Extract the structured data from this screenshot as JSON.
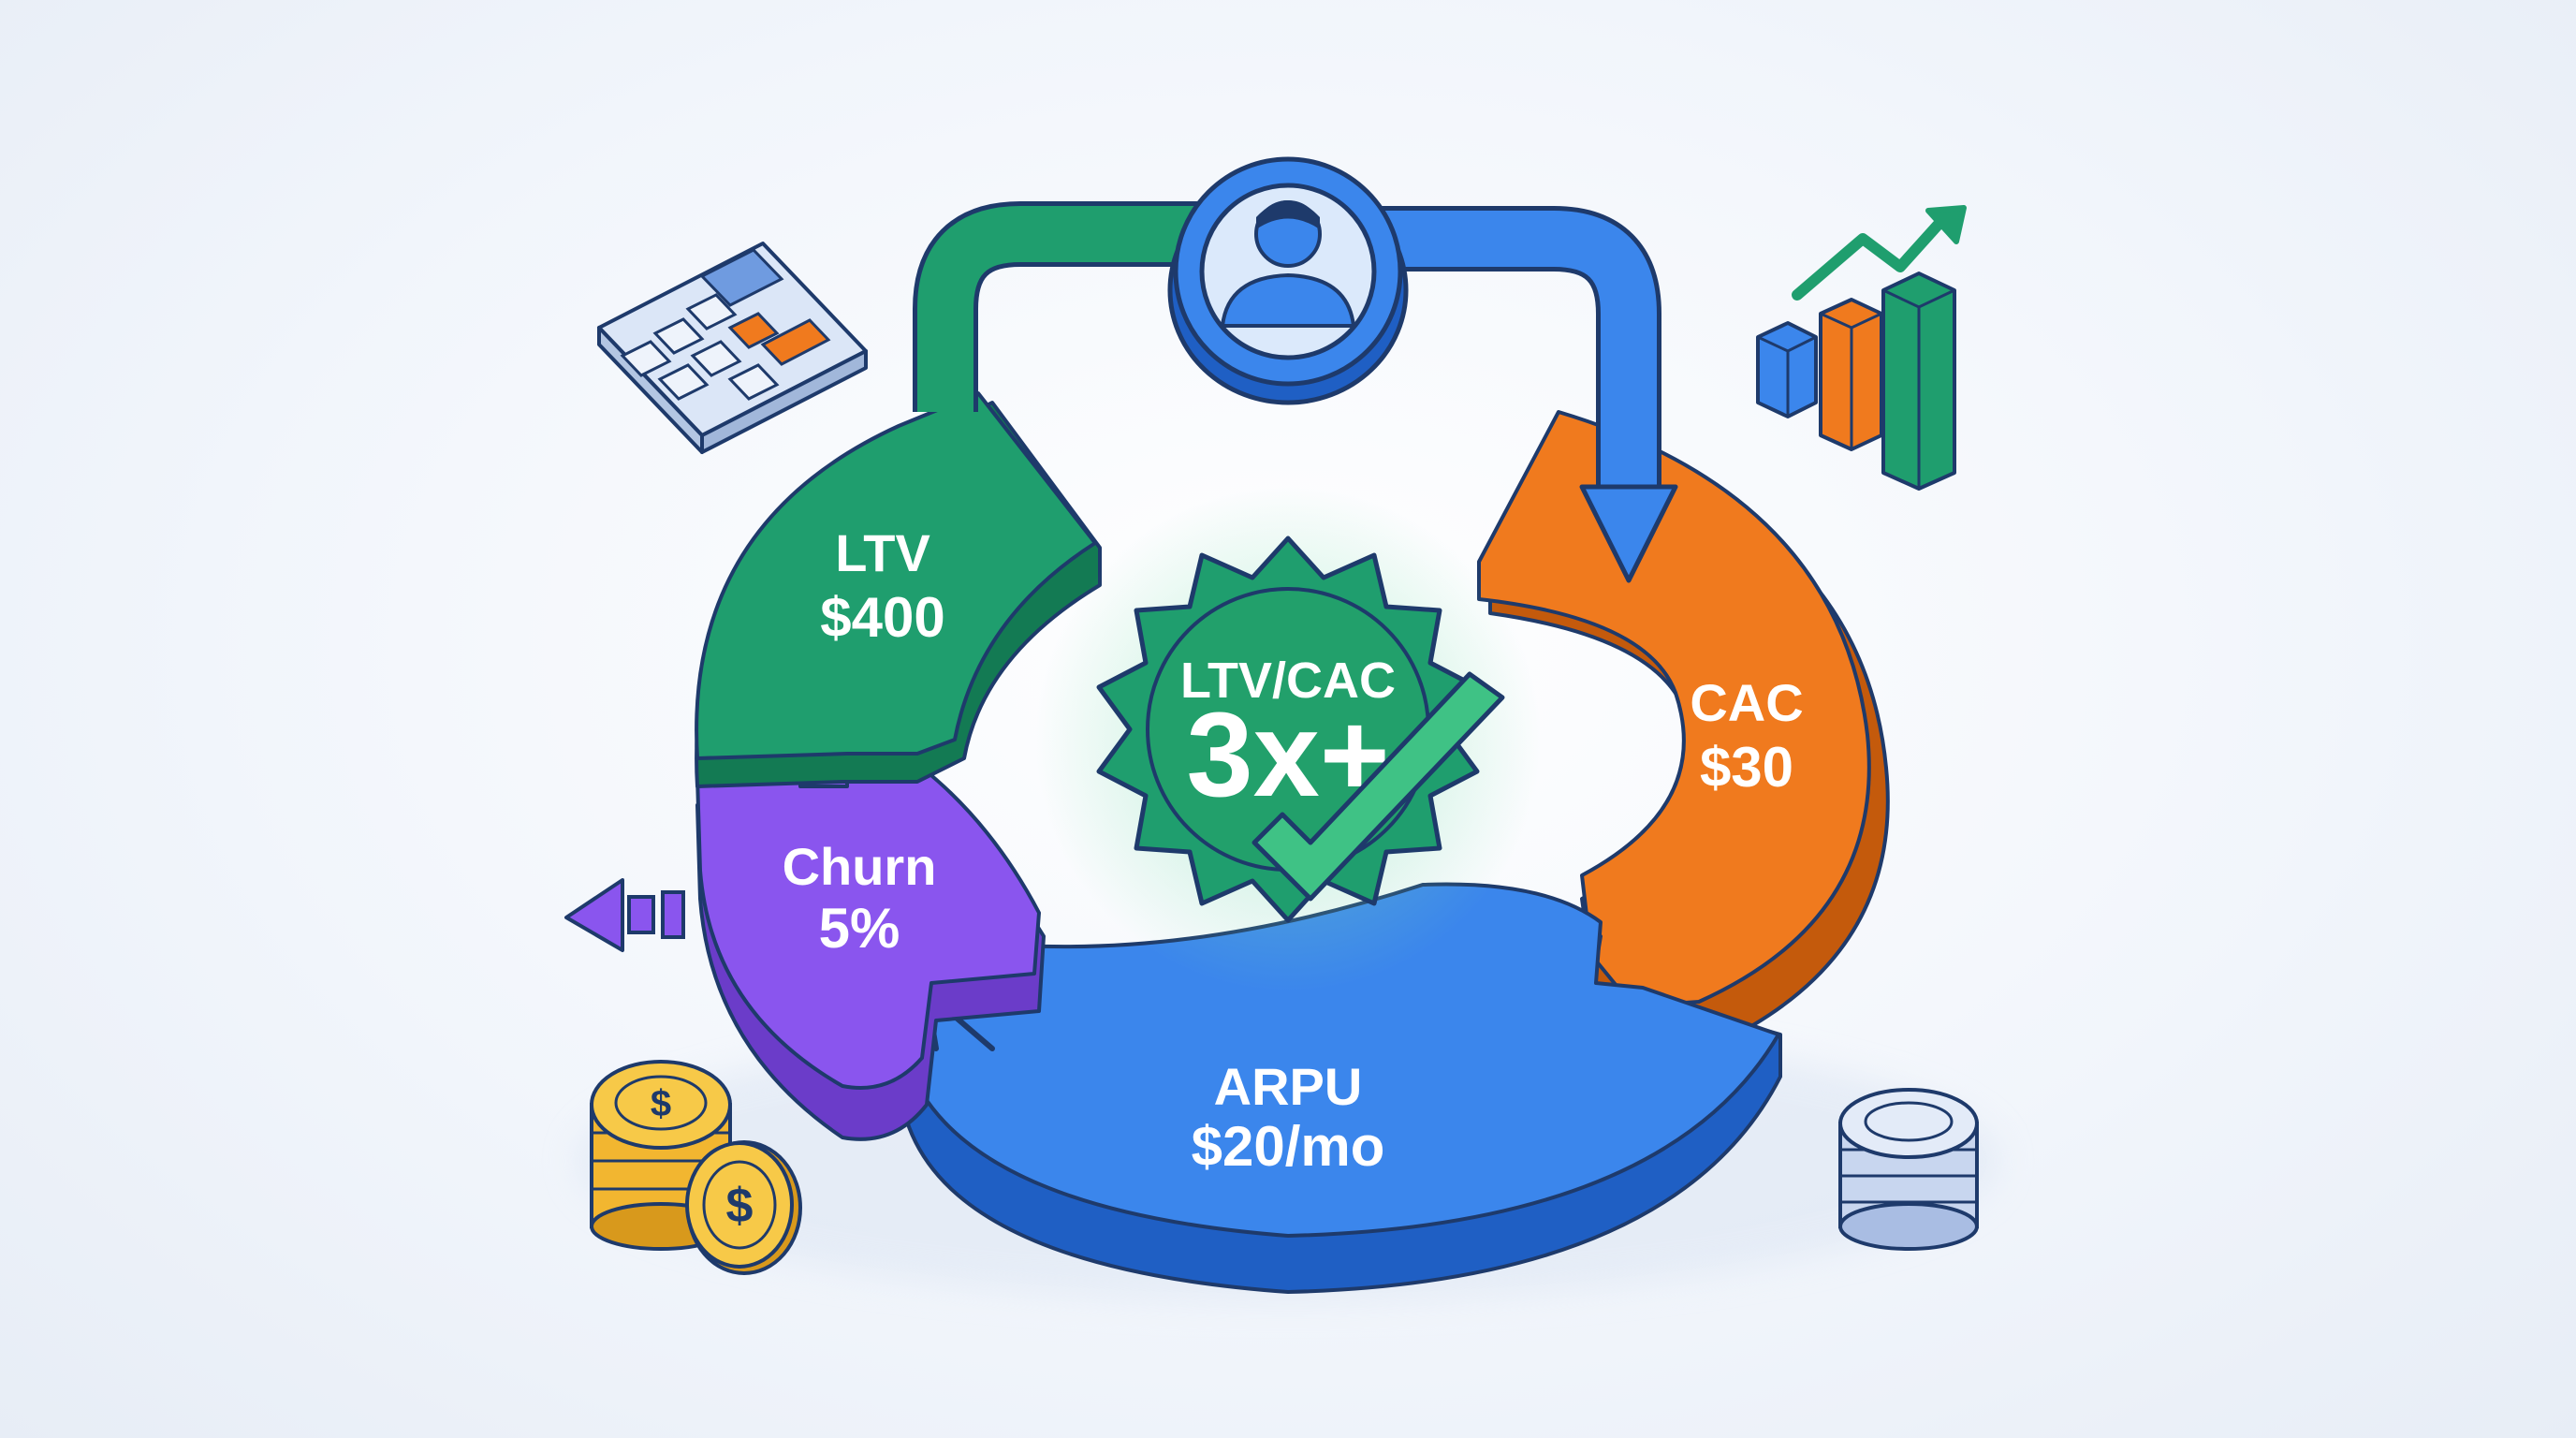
{
  "segments": {
    "ltv": {
      "name": "LTV",
      "value": "$400",
      "color": "#1f9e6e"
    },
    "cac": {
      "name": "CAC",
      "value": "$30",
      "color": "#f07a1e"
    },
    "arpu": {
      "name": "ARPU",
      "value": "$20/mo",
      "color": "#2f7be6"
    },
    "churn": {
      "name": "Churn",
      "value": "5%",
      "color": "#8a55ee"
    }
  },
  "badge": {
    "title": "LTV/CAC",
    "value": "3x+",
    "color": "#22a06b"
  },
  "icons": [
    "user-avatar-icon",
    "calculator-icon",
    "growth-chart-icon",
    "gold-coin-stack-icon",
    "silver-coin-stack-icon"
  ],
  "colors": {
    "outline": "#1e3a6b",
    "background": "#f1f5fb"
  }
}
